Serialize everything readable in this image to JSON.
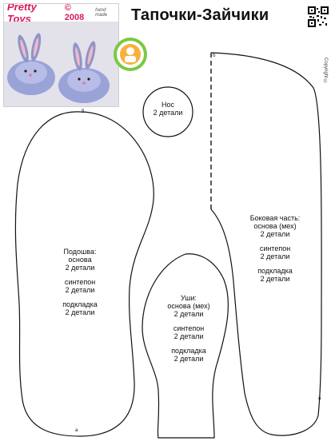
{
  "header": {
    "brand_name": "Pretty Toys",
    "brand_year": "© 2008",
    "brand_handmade": "hand made",
    "title": "Тапочки-Зайчики",
    "copyright": "Copyright ©"
  },
  "colors": {
    "brand_pink": "#d81b60",
    "slipper_blue": "#9aa3d8",
    "badge_green": "#7ac943",
    "badge_orange": "#f7a21b"
  },
  "pieces": {
    "nose": {
      "name": "Нос",
      "count": "2 детали"
    },
    "sole": {
      "name": "Подошва:",
      "base": "основа",
      "base_count": "2 детали",
      "synt": "синтепон",
      "synt_count": "2 детали",
      "lining": "подкладка",
      "lining_count": "2 детали",
      "mark_top": "б",
      "mark_bottom": "а"
    },
    "ears": {
      "name": "Уши:",
      "base": "основа (мех)",
      "base_count": "2 детали",
      "synt": "синтепон",
      "synt_count": "2 детали",
      "lining": "подкладка",
      "lining_count": "2 детали"
    },
    "side": {
      "name": "Боковая часть:",
      "base": "основа (мех)",
      "base_count": "2 детали",
      "synt": "синтепон",
      "synt_count": "2 детали",
      "lining": "подкладка",
      "lining_count": "2 детали",
      "mark_top": "б",
      "mark_bottom": "а"
    }
  }
}
